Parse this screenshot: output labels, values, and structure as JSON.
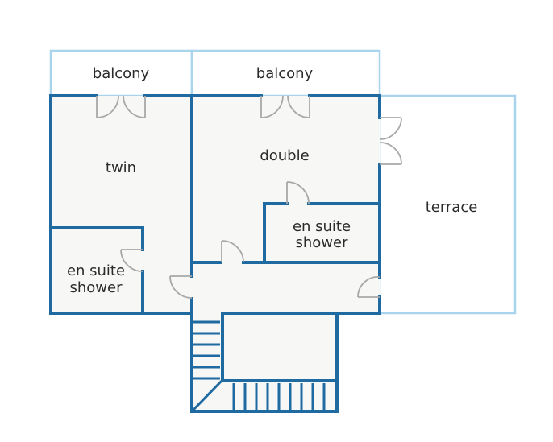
{
  "rooms": {
    "balcony_left": "balcony",
    "balcony_right": "balcony",
    "twin": "twin",
    "double": "double",
    "terrace": "terrace",
    "ensuite_right_line1": "en suite",
    "ensuite_right_line2": "shower",
    "ensuite_left_line1": "en suite",
    "ensuite_left_line2": "shower"
  },
  "colors": {
    "wall": "#1f6aa0",
    "outdoor": "#a8d4ee",
    "floor": "#f7f7f6",
    "door": "#a8a8a8",
    "text": "#2b2b2b"
  }
}
